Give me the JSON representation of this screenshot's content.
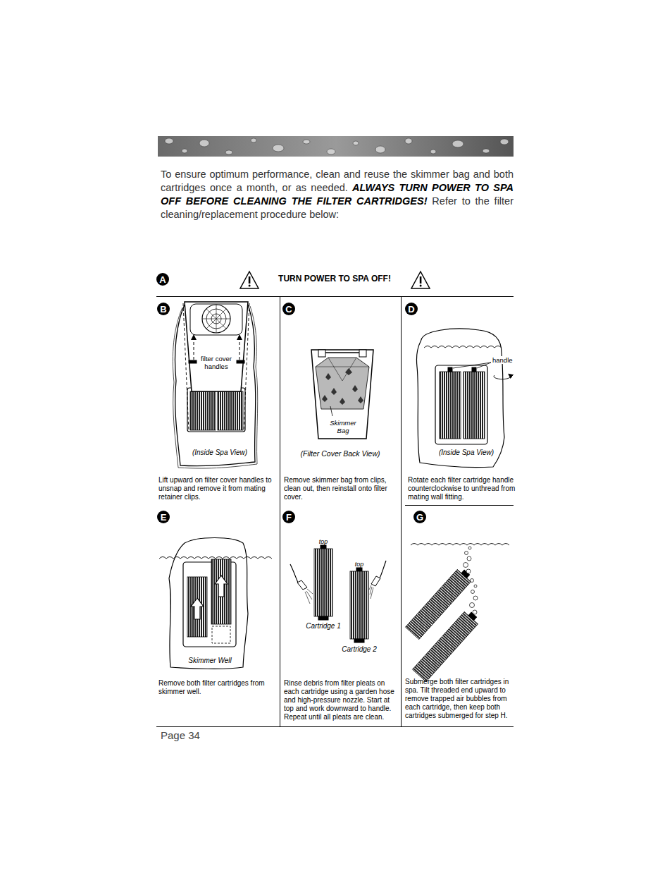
{
  "diagram": {
    "nodes": [
      {
        "text": [
          "A"
        ]
      },
      {
        "text": [
          "B"
        ]
      },
      {
        "text": [
          "C"
        ]
      },
      {
        "text": [
          "D"
        ]
      },
      {
        "text": [
          "E"
        ]
      },
      {
        "text": [
          "F"
        ]
      },
      {
        "text": [
          "G"
        ]
      }
    ],
    "labels": [
      "To ensure optimum performance, clean and reuse the skimmer bag and both cartridges once a month, or as needed.",
      "ALWAYS TURN POWER TO SPA OFF BEFORE CLEANING THE FILTER CARTRIDGES!",
      "Refer to the filter cleaning/replacement procedure below:",
      "TURN POWER TO SPA OFF!",
      "filter cover handles",
      "(Inside Spa View)",
      "Lift upward on filter cover handles to unsnap and remove it from mating retainer clips.",
      "Skimmer Bag",
      "(Filter Cover Back View)",
      "Remove skimmer bag from clips, clean out, then reinstall onto filter cover.",
      "handle",
      "(Inside Spa View)",
      "Rotate each filter cartridge handle counterclockwise to unthread from mating wall fitting.",
      "Skimmer Well",
      "Remove both filter cartridges from skimmer well.",
      "top",
      "top",
      "Cartridge 1",
      "Cartridge 2",
      "Rinse debris from filter pleats on each cartridge using a garden hose and high-pressure nozzle. Start at top and work downward to handle. Repeat until all pleats are clean.",
      "Submerge both filter cartridges in spa. Tilt threaded end upward to remove trapped air bubbles from each cartridge, then keep both cartridges submerged for step H.",
      "Page 34"
    ]
  }
}
